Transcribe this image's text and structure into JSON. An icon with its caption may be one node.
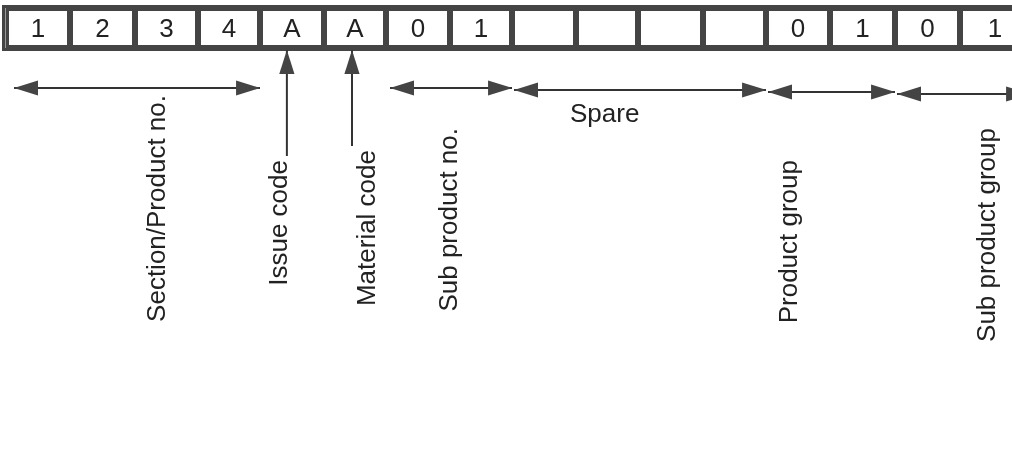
{
  "diagram": {
    "nodes": [
      {
        "text": [
          "1"
        ]
      },
      {
        "text": [
          "2"
        ]
      },
      {
        "text": [
          "3"
        ]
      },
      {
        "text": [
          "4"
        ]
      },
      {
        "text": [
          "A"
        ]
      },
      {
        "text": [
          "A"
        ]
      },
      {
        "text": [
          "0"
        ]
      },
      {
        "text": [
          "1"
        ]
      },
      {
        "text": [],
        "shape": "box"
      },
      {
        "text": [],
        "shape": "box"
      },
      {
        "text": [],
        "shape": "box"
      },
      {
        "text": [],
        "shape": "box"
      },
      {
        "text": [
          "0"
        ]
      },
      {
        "text": [
          "1"
        ]
      },
      {
        "text": [
          "0"
        ]
      },
      {
        "text": [
          "1"
        ]
      },
      {
        "text": [
          "Issue code"
        ]
      },
      {
        "text": [
          "Material code"
        ]
      }
    ],
    "edges": [
      {
        "from": 16,
        "to": 4,
        "arrow": "to"
      },
      {
        "from": 17,
        "to": 5,
        "arrow": "to"
      }
    ],
    "labels": [
      "Section/Product no.",
      "Sub product no.",
      "Spare",
      "Product group",
      "Sub product group"
    ]
  }
}
